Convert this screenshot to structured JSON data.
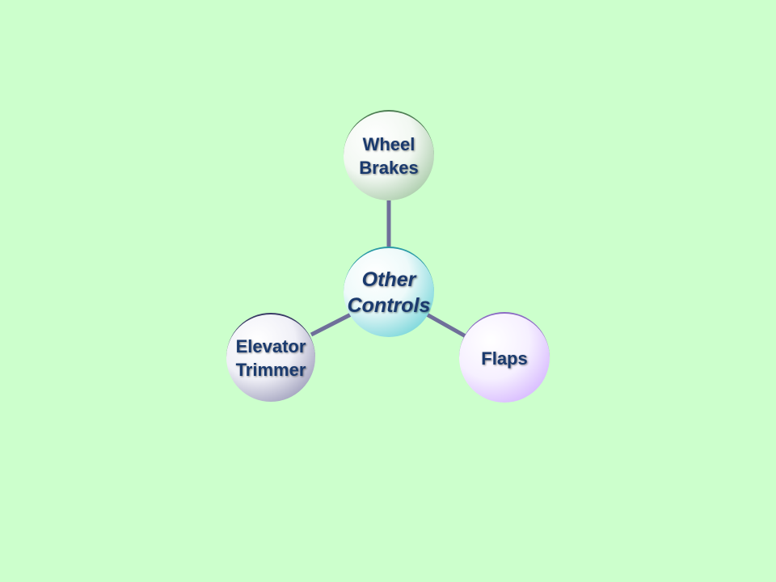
{
  "diagram": {
    "center": {
      "label": "Other\nControls",
      "color": "#3bc4cc"
    },
    "satellites": [
      {
        "id": "top",
        "label": "Wheel\nBrakes",
        "color": "#7aa87a"
      },
      {
        "id": "left",
        "label": "Elevator\nTrimmer",
        "color": "#5e5e86"
      },
      {
        "id": "right",
        "label": "Flaps",
        "color": "#b48aff"
      }
    ]
  },
  "colors": {
    "background": "#ccffcc",
    "connector": "#6f6f9a",
    "text": "#1a3a6e"
  }
}
